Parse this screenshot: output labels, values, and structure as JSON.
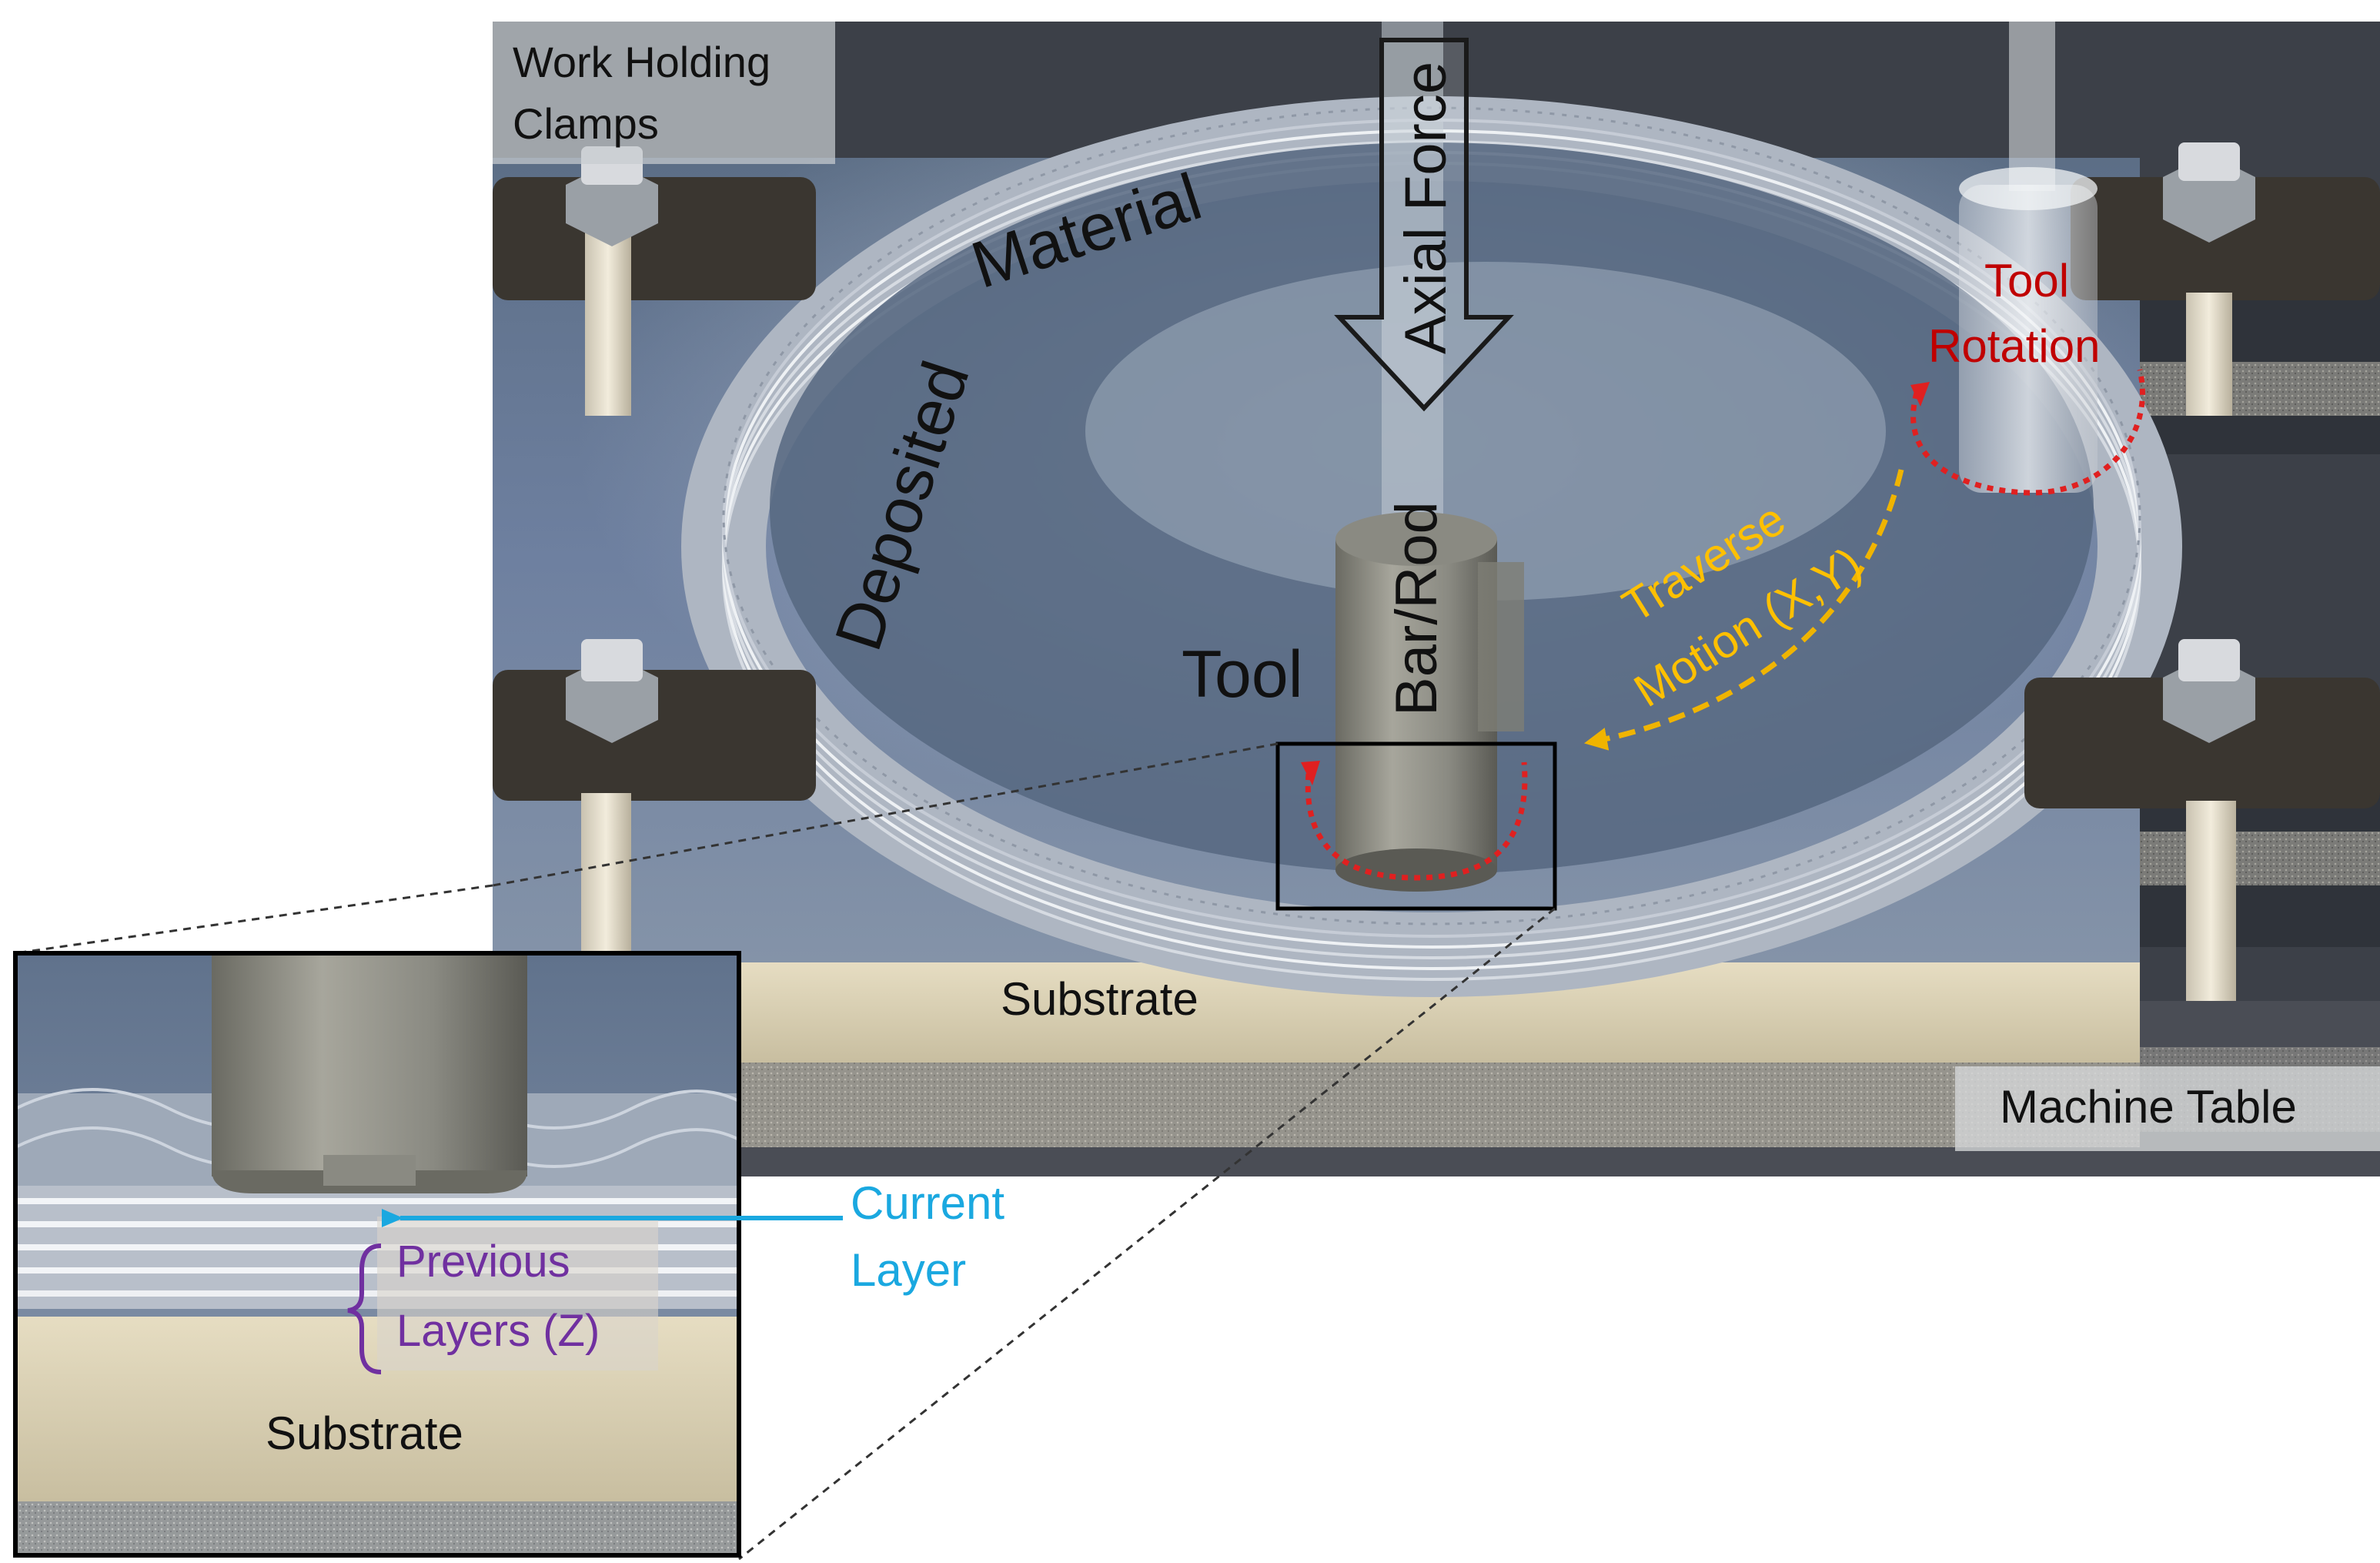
{
  "labels": {
    "work_holding_clamps": [
      "Work Holding",
      "Clamps"
    ],
    "deposited_material": [
      "Deposited",
      "Material"
    ],
    "axial_force": "Axial Force",
    "bar_rod": "Bar/Rod",
    "tool": "Tool",
    "tool_rotation": [
      "Tool",
      "Rotation"
    ],
    "traverse_motion": [
      "Traverse",
      "Motion (X,Y)"
    ],
    "substrate_main": "Substrate",
    "machine_table": "Machine Table",
    "current_layer": [
      "Current",
      "Layer"
    ],
    "previous_layers": [
      "Previous",
      "Layers (Z)"
    ],
    "substrate_inset": "Substrate"
  },
  "colors": {
    "tool_rotation_text": "#c00000",
    "rotation_arrow": "#e02020",
    "traverse_text": "#ffc000",
    "traverse_arrow": "#f0b400",
    "current_layer": "#1aa8e0",
    "previous_layers": "#7030a0",
    "label_black": "#111111",
    "plate_blue": "#5a6d86",
    "substrate_tan": "#d8cfb4"
  },
  "icons": {
    "axial_force_arrow": "down-arrow-outline",
    "tool_rotation_arrow": "curved-dotted-arrow",
    "traverse_arrow": "curved-dashed-arrow",
    "current_layer_arrow": "left-arrow",
    "previous_layers_brace": "left-brace"
  }
}
